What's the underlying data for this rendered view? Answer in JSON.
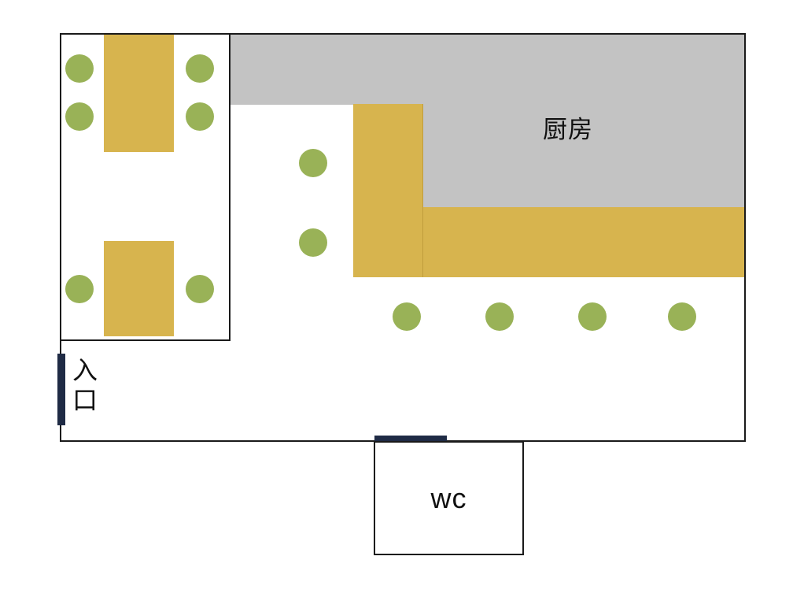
{
  "floorplan": {
    "labels": {
      "kitchen": "厨房",
      "entrance": "入口",
      "toilet": "wc"
    },
    "colors": {
      "wall": "#1a1a1a",
      "floor": "#ffffff",
      "kitchen_floor": "#c3c3c3",
      "table_counter": "#d7b44e",
      "chair": "#99b257",
      "door": "#1f2b45"
    },
    "counts": {
      "tables": 2,
      "table_chairs": 6,
      "counter_side_chairs": 2,
      "counter_front_chairs": 4
    }
  }
}
